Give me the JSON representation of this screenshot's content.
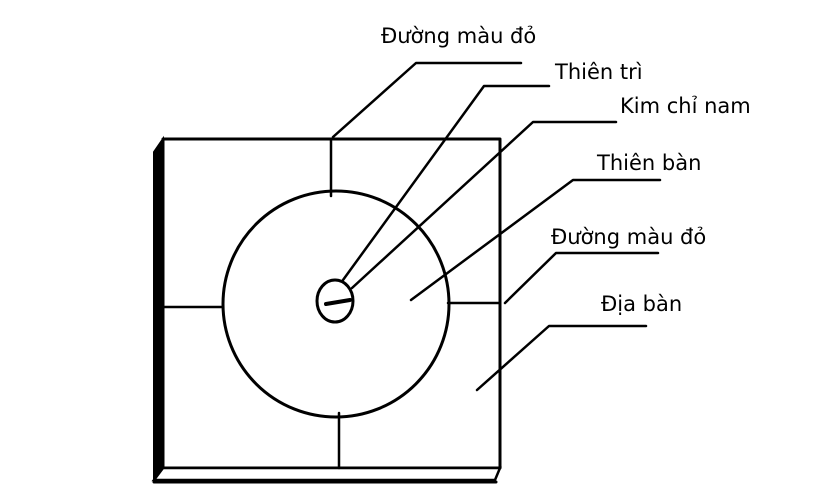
{
  "labels": {
    "duong_mau_do_top": "Đường màu đỏ",
    "thien_tri": "Thiên trì",
    "kim_chi_nam": "Kim chỉ nam",
    "thien_ban": "Thiên bàn",
    "duong_mau_do_right": "Đường màu đỏ",
    "dia_ban": "Địa bàn"
  },
  "colors": {
    "ink": "#000000",
    "background": "#ffffff"
  }
}
